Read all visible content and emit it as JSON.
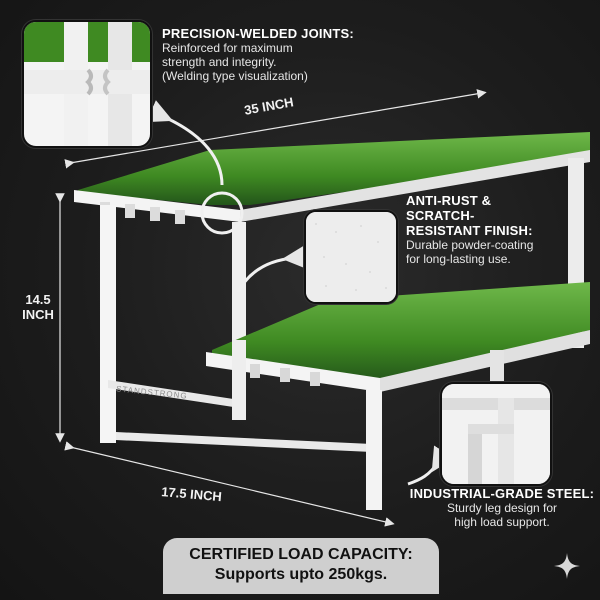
{
  "callouts": {
    "weld": {
      "heading": "PRECISION-WELDED JOINTS:",
      "lines": [
        "Reinforced for maximum",
        "strength and integrity.",
        "(Welding type visualization)"
      ]
    },
    "rust": {
      "heading_lines": [
        "ANTI-RUST &",
        "SCRATCH-",
        "RESISTANT FINISH:"
      ],
      "lines": [
        "Durable powder-coating",
        "for long-lasting use."
      ]
    },
    "steel": {
      "heading": "INDUSTRIAL-GRADE STEEL:",
      "lines": [
        "Sturdy leg design for",
        "high load support."
      ]
    }
  },
  "dimensions": {
    "width": "35 INCH",
    "height_lines": [
      "14.5",
      "INCH"
    ],
    "depth": "17.5 INCH"
  },
  "brand": "STANDSTRONG",
  "capacity": {
    "heading": "CERTIFIED LOAD CAPACITY:",
    "text": "Supports upto 250kgs."
  },
  "colors": {
    "background": "#1b1b1b",
    "frame": "#f1f1f1",
    "grass": "#3f8a22",
    "capacity_bg": "#cfcfcf"
  },
  "icons": [
    "sparkle-icon"
  ]
}
